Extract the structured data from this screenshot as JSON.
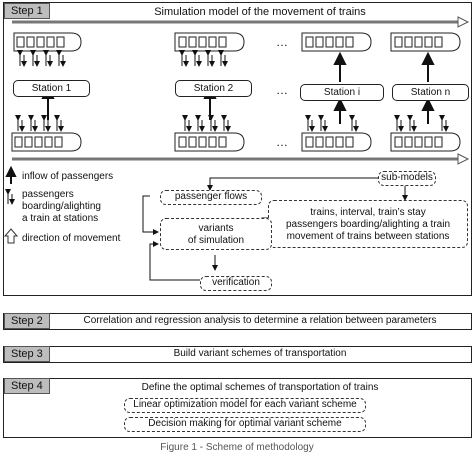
{
  "step1": {
    "tag": "Step 1",
    "title": "Simulation model of the movement of trains",
    "stations": [
      "Station 1",
      "Station 2",
      "Station i",
      "Station n"
    ],
    "ellipsis": "…",
    "legend": {
      "inflow": "inflow of passengers",
      "boarding_line1": "passengers",
      "boarding_line2": "boarding/alighting",
      "boarding_line3": "a train at stations",
      "direction": "direction of movement"
    },
    "submodels": "sub-models",
    "passenger_flows": "passenger flows",
    "trains_lines": [
      "trains, interval, train’s stay",
      "passengers boarding/alighting a train",
      "movement of trains between stations"
    ],
    "variants_line1": "variants",
    "variants_line2": "of simulation",
    "verification": "verification"
  },
  "step2": {
    "tag": "Step 2",
    "text": "Correlation and regression analysis to determine a relation between parameters"
  },
  "step3": {
    "tag": "Step 3",
    "text": "Build variant schemes of transportation"
  },
  "step4": {
    "tag": "Step 4",
    "text": "Define the optimal schemes of transportation of trains",
    "item1": "Linear optimization model for each variant scheme",
    "item2": "Decision making for optimal variant scheme"
  },
  "caption": "Figure 1 - Scheme of methodology"
}
